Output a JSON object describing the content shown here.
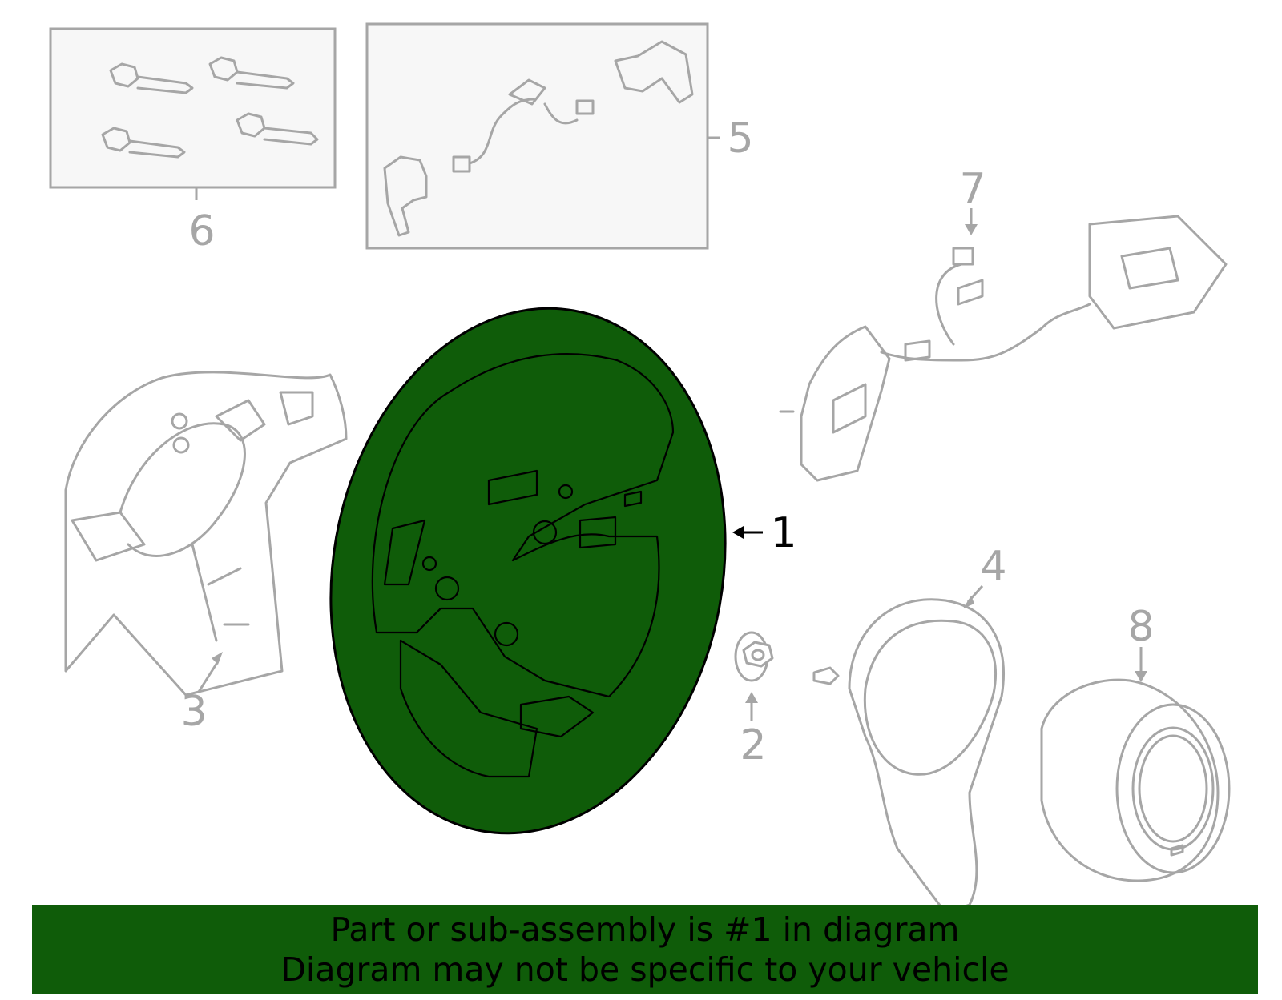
{
  "callouts": {
    "c1": "1",
    "c2": "2",
    "c3": "3",
    "c4": "4",
    "c5": "5",
    "c6": "6",
    "c7": "7",
    "c8": "8"
  },
  "banner": {
    "line1": "Part or sub-assembly is #1 in diagram",
    "line2": "Diagram may not be specific to your vehicle"
  },
  "colors": {
    "highlight": "#0f5c09",
    "line_grey": "#a6a6a6"
  }
}
